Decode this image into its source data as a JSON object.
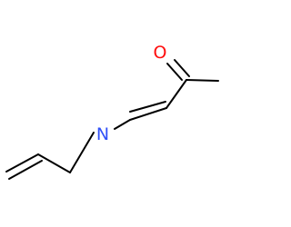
{
  "molecule": {
    "atoms": [
      {
        "id": "O",
        "label": "O",
        "color": "#ff0d0d"
      },
      {
        "id": "N",
        "label": "N",
        "color": "#3050f8"
      }
    ]
  }
}
